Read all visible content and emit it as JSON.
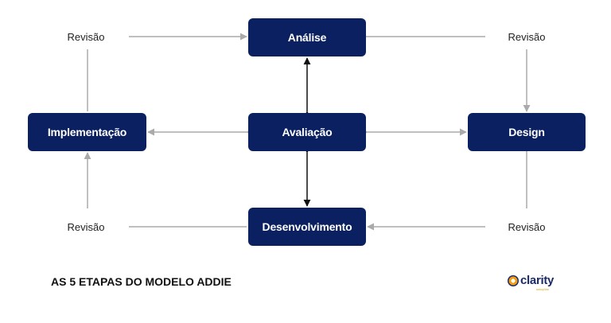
{
  "diagram": {
    "nodes": {
      "analise": "Análise",
      "avaliacao": "Avaliação",
      "design": "Design",
      "implementacao": "Implementação",
      "desenvolvimento": "Desenvolvimento"
    },
    "revisions": {
      "top_left": "Revisão",
      "top_right": "Revisão",
      "bottom_left": "Revisão",
      "bottom_right": "Revisão"
    },
    "colors": {
      "node_fill": "#0b2060",
      "node_text": "#ffffff",
      "connector": "#aaaaaa",
      "center_connector": "#111111"
    }
  },
  "caption": "AS 5 ETAPAS DO MODELO ADDIE",
  "logo": {
    "name": "clarity",
    "sub": "soluções"
  }
}
